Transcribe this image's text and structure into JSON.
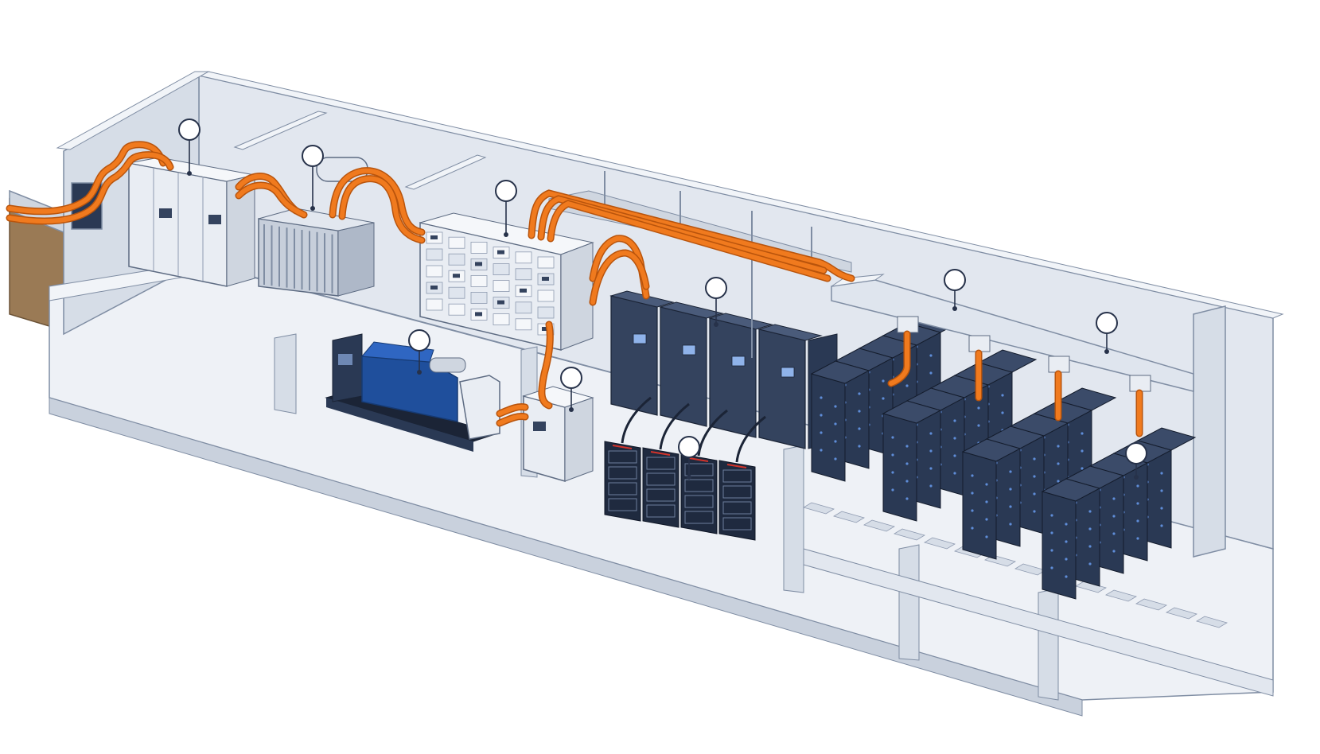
{
  "colors": {
    "background": "#ffffff",
    "wall": "#dde3ec",
    "wall_top": "#f1f4f8",
    "wall_edge": "#7f8da3",
    "floor": "#eef1f6",
    "ground": "#9a7a55",
    "cable": "#f07a1e",
    "cable_dark": "#b9540c",
    "cabinet_light": "#e9edf3",
    "cabinet_dark": "#34435e",
    "generator": "#1f4f9c",
    "rack": "#2a3954",
    "rack_light": "#5f8dd8",
    "callout_stroke": "#27324a"
  },
  "icons": {
    "callout": "empty-circle-callout",
    "rack_led": "blue-led-dots"
  },
  "callouts": [
    {
      "id": "medium-voltage-switchgear"
    },
    {
      "id": "transformer"
    },
    {
      "id": "main-switchboard"
    },
    {
      "id": "diesel-generator"
    },
    {
      "id": "automatic-transfer-switch"
    },
    {
      "id": "ups-system"
    },
    {
      "id": "battery-bank"
    },
    {
      "id": "busway-left"
    },
    {
      "id": "busway-right"
    },
    {
      "id": "server-racks"
    }
  ]
}
